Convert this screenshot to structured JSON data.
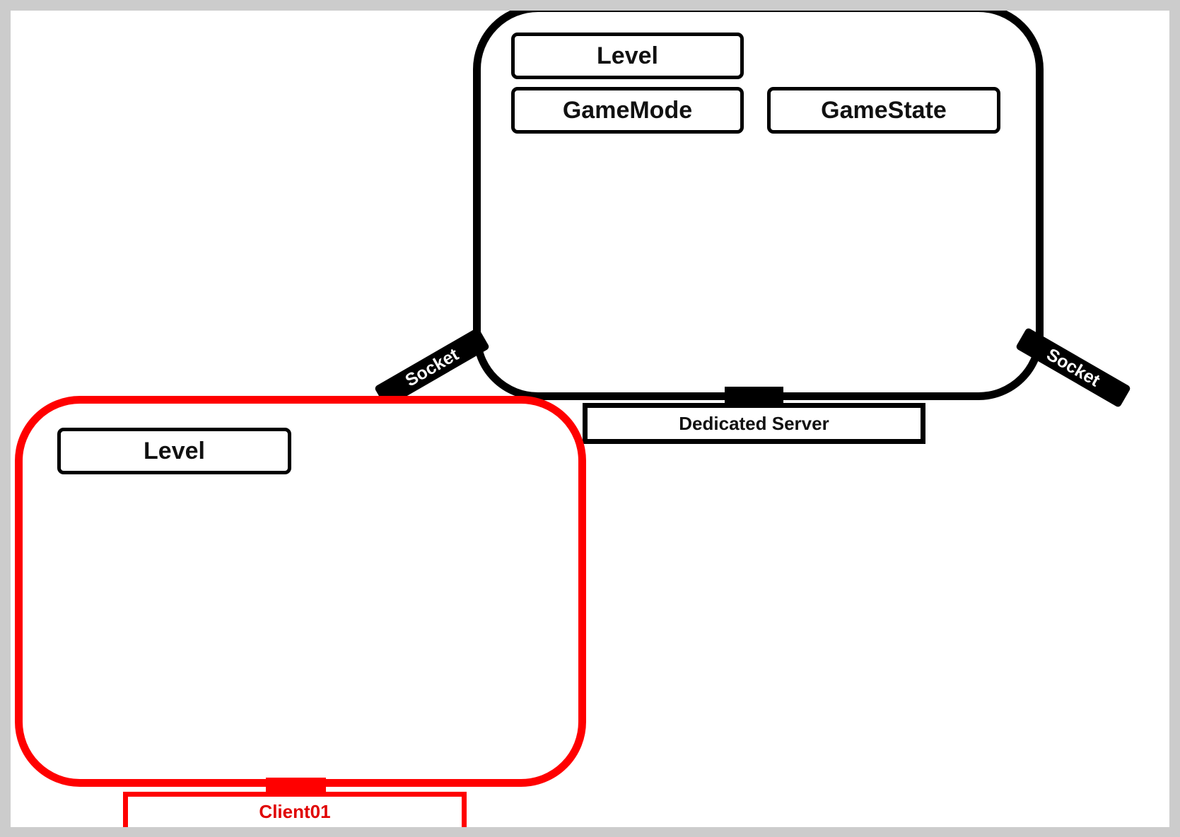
{
  "server": {
    "label": "Dedicated Server",
    "boxes": {
      "level": "Level",
      "gamemode": "GameMode",
      "gamestate": "GameState"
    },
    "socket_left": "Socket",
    "socket_right": "Socket"
  },
  "client": {
    "label": "Client01",
    "boxes": {
      "level": "Level"
    }
  },
  "colors": {
    "server": "#000000",
    "client": "#ff0000",
    "background": "#ffffff",
    "frame": "#cccccc"
  }
}
